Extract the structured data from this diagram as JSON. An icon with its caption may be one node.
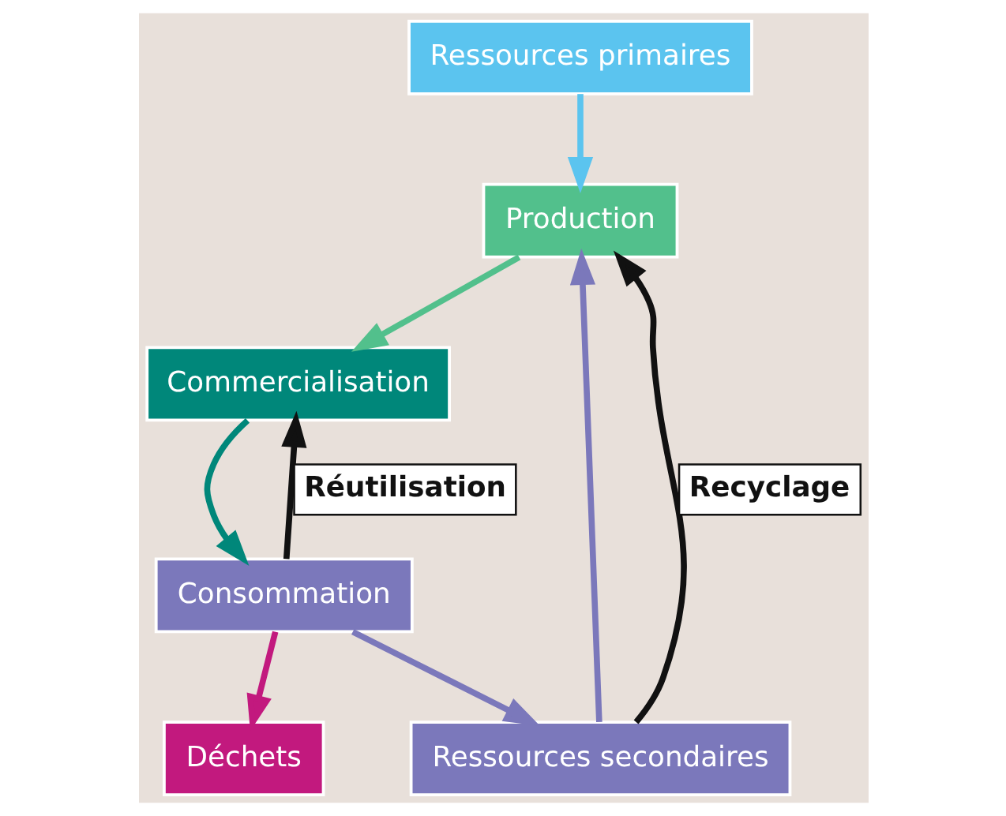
{
  "diagram": {
    "nodes": [
      {
        "text": [
          "Production"
        ]
      },
      {
        "text": [
          "Commercialisation"
        ]
      },
      {
        "text": [
          "Consommation"
        ]
      },
      {
        "text": [
          "Ressources secondaires"
        ]
      },
      {
        "text": [
          "Ressources primaires"
        ]
      },
      {
        "text": [
          "Déchets"
        ]
      }
    ],
    "edges": [
      {
        "from": 0,
        "to": 1,
        "arrow": "to",
        "color": "#52c08c"
      },
      {
        "from": 1,
        "to": 2,
        "arrow": "to",
        "color": "#00877a"
      },
      {
        "from": 2,
        "to": 3,
        "arrow": "to",
        "color": "#7b78bb"
      },
      {
        "from": 3,
        "to": 0,
        "arrow": "to",
        "color": "#7b78bb"
      },
      {
        "from": 4,
        "to": 0,
        "arrow": "to",
        "color": "#5bc4ef"
      },
      {
        "from": 2,
        "to": 5,
        "arrow": "to",
        "color": "#c2197e"
      },
      {
        "from": 3,
        "to": 0,
        "arrow": "to",
        "label": "Recyclage",
        "color": "#111111"
      },
      {
        "from": 2,
        "to": 1,
        "arrow": "to",
        "label": "Réutilisation",
        "color": "#111111"
      }
    ]
  }
}
